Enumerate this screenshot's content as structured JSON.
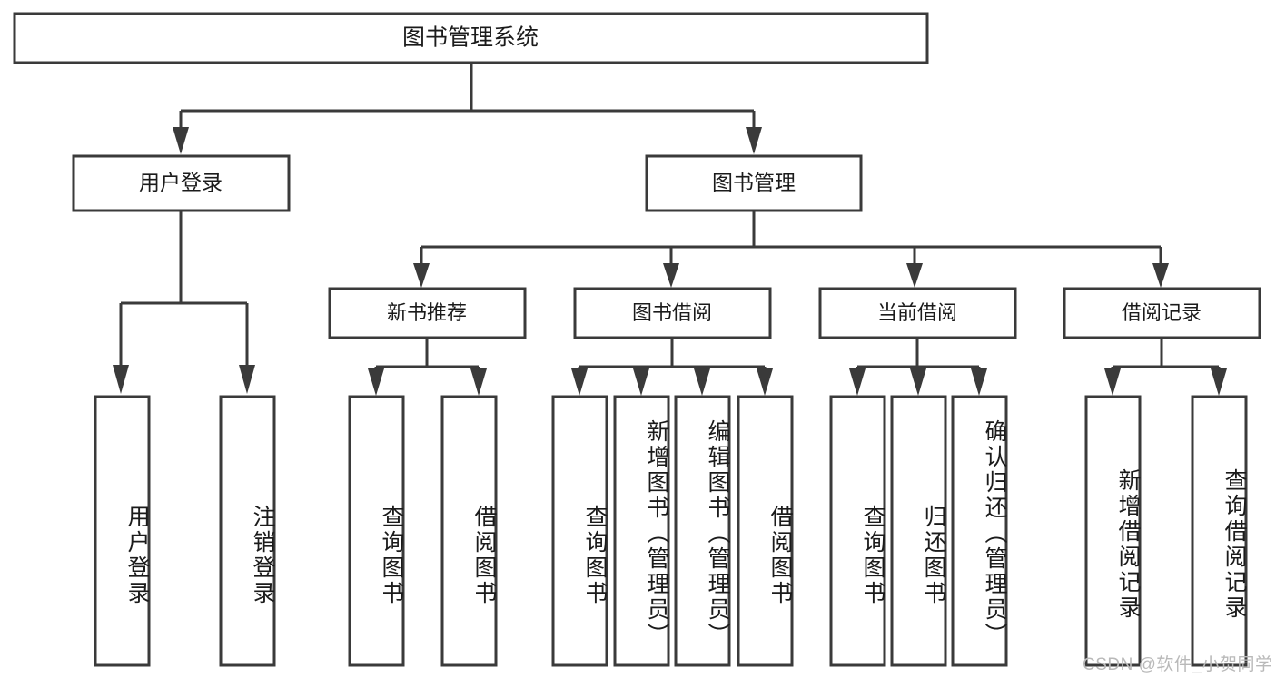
{
  "diagram": {
    "kind": "tree-hierarchy-chart",
    "title": "图书管理系统",
    "root": {
      "label": "图书管理系统"
    },
    "level1": [
      {
        "label": "用户登录"
      },
      {
        "label": "图书管理"
      }
    ],
    "level2": [
      {
        "label": "新书推荐"
      },
      {
        "label": "图书借阅"
      },
      {
        "label": "当前借阅"
      },
      {
        "label": "借阅记录"
      }
    ],
    "leaves": {
      "user_login": [
        {
          "label": "用户登录"
        },
        {
          "label": "注销登录"
        }
      ],
      "new_book_recommend": [
        {
          "label": "查询图书"
        },
        {
          "label": "借阅图书"
        }
      ],
      "book_borrow": [
        {
          "label": "查询图书"
        },
        {
          "label": "新增图书（管理员）"
        },
        {
          "label": "编辑图书（管理员）"
        },
        {
          "label": "借阅图书"
        }
      ],
      "current_borrow": [
        {
          "label": "查询图书"
        },
        {
          "label": "归还图书"
        },
        {
          "label": "确认归还（管理员）"
        }
      ],
      "borrow_record": [
        {
          "label": "新增借阅记录"
        },
        {
          "label": "查询借阅记录"
        }
      ]
    }
  },
  "watermark": {
    "text": "CSDN @软件_小贺同学"
  },
  "colors": {
    "stroke": "#3a3a3a",
    "box_fill": "#ffffff",
    "text": "#1b1b1b",
    "watermark": "#b9b9b9",
    "background": "#ffffff"
  }
}
